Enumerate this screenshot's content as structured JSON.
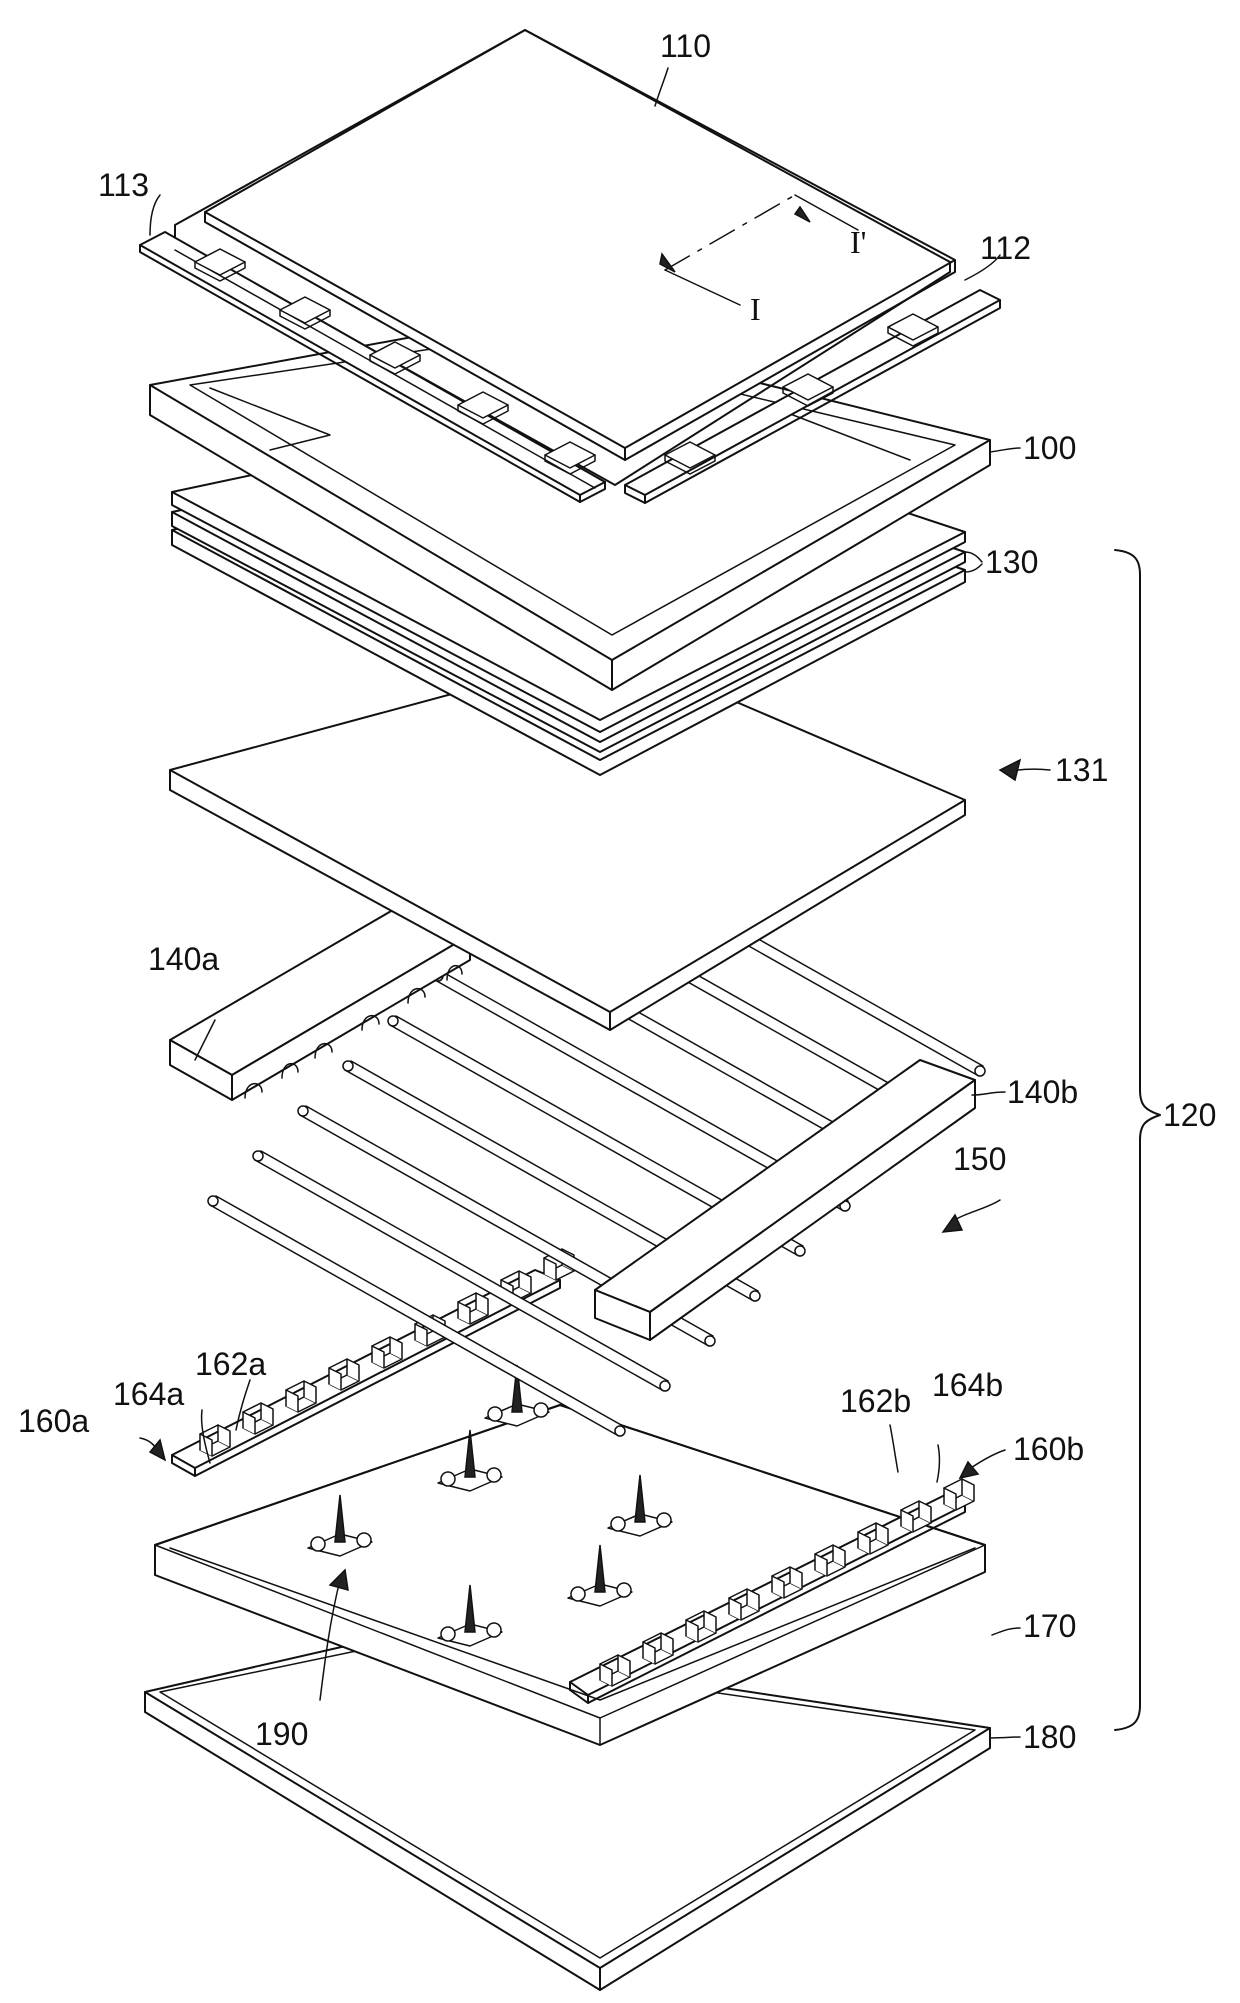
{
  "figure": {
    "labels": {
      "l110": "110",
      "l113": "113",
      "l112": "112",
      "lI": "I",
      "lIprime": "I'",
      "l100": "100",
      "l130": "130",
      "l131": "131",
      "l140a": "140a",
      "l140b": "140b",
      "l150": "150",
      "l120": "120",
      "l160a": "160a",
      "l164a": "164a",
      "l162a": "162a",
      "l162b": "162b",
      "l164b": "164b",
      "l160b": "160b",
      "l170": "170",
      "l190": "190",
      "l180": "180"
    }
  }
}
